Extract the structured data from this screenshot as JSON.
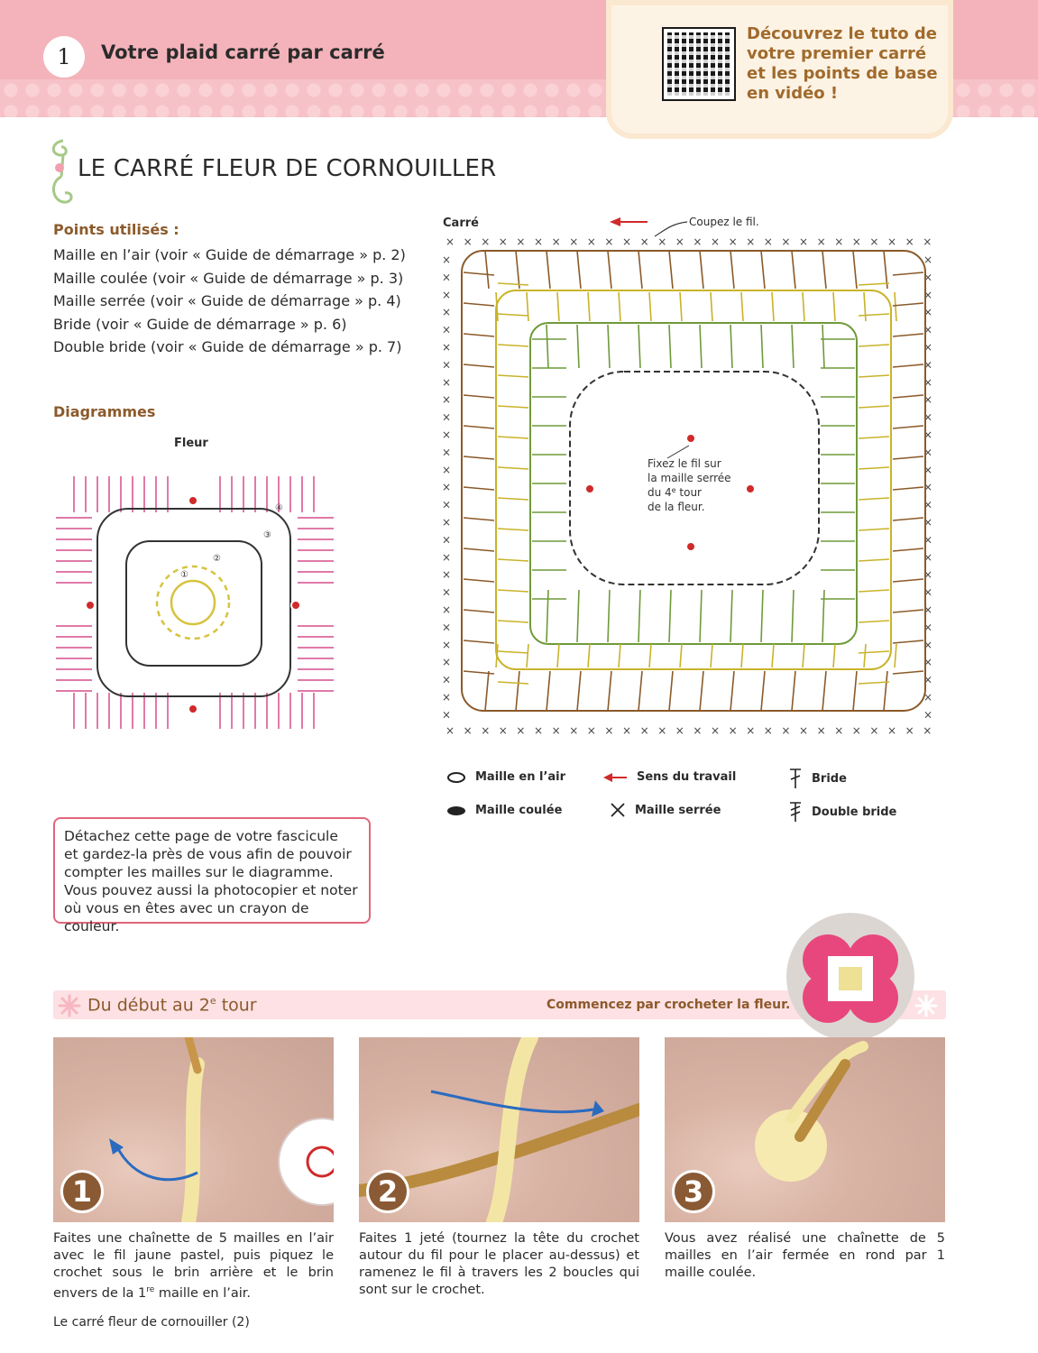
{
  "header": {
    "page_number": "1",
    "title": "Votre plaid carré par carré",
    "promo_text": "Découvrez le tuto de votre premier carré et les points de base en vidéo !",
    "qr_icon": "qr-code-icon"
  },
  "section": {
    "title": "LE CARRÉ FLEUR DE CORNOUILLER"
  },
  "points": {
    "heading": "Points utilisés :",
    "items": [
      "Maille en l’air (voir « Guide de démarrage » p. 2)",
      "Maille coulée (voir « Guide de démarrage » p. 3)",
      "Maille serrée (voir « Guide de démarrage » p. 4)",
      "Bride (voir « Guide de démarrage » p. 6)",
      "Double bride (voir « Guide de démarrage » p. 7)"
    ]
  },
  "diagrams": {
    "heading": "Diagrammes",
    "fleur_label": "Fleur",
    "carre_label": "Carré",
    "cut_label": "Coupez le fil.",
    "attach_note_1": "Fixez le fil sur",
    "attach_note_2": "la maille serrée",
    "attach_note_3": "du 4",
    "attach_note_sup": "e",
    "attach_note_3b": " tour",
    "attach_note_4": "de la fleur.",
    "colors": {
      "yellow": "#d6c33e",
      "pink": "#e07aa8",
      "black": "#333333",
      "green": "#6f9a3a",
      "brown": "#8a5a2a",
      "gold": "#c9b32a",
      "red": "#d02a2a"
    }
  },
  "legend": {
    "chain": "Maille en l’air",
    "direction": "Sens du travail",
    "treble": "Bride",
    "slip": "Maille coulée",
    "single": "Maille serrée",
    "double_treble": "Double bride"
  },
  "note": {
    "text_1": "Détachez cette page de votre fascicule",
    "text_2": "et gardez-la près de vous afin de pouvoir",
    "text_3": "compter les mailles sur le diagramme.",
    "text_4": "Vous pouvez aussi la photocopier et noter",
    "text_5": "où vous en êtes avec un crayon de couleur."
  },
  "steps": {
    "title_a": "Du début au 2",
    "title_sup": "e",
    "title_b": " tour",
    "subtitle": "Commencez par crocheter la fleur.",
    "items": [
      {
        "number": "1",
        "caption_a": "Faites une chaînette de 5 mailles en l’air avec le fil jaune pastel, puis piquez le crochet sous le brin arrière et le brin envers de la 1",
        "caption_sup": "re",
        "caption_b": " maille en l’air."
      },
      {
        "number": "2",
        "caption_a": "Faites 1 jeté (tournez la tête du crochet autour du fil pour le placer au-dessus) et ramenez le fil à travers les 2 boucles qui sont sur le crochet.",
        "caption_sup": "",
        "caption_b": ""
      },
      {
        "number": "3",
        "caption_a": "Vous avez réalisé une chaînette de 5 mailles en l’air fermée en rond par 1 maille coulée.",
        "caption_sup": "",
        "caption_b": ""
      }
    ]
  },
  "footer": {
    "text": "Le carré fleur de cornouiller (2)"
  }
}
